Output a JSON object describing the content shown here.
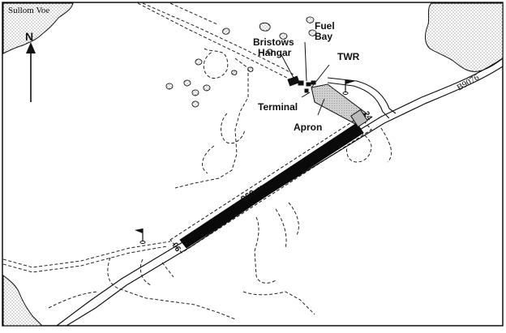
{
  "map": {
    "place_label": "Sullom Voe",
    "north_label": "N",
    "road_label": "B9076",
    "runway_length": "960 m",
    "runway_end_ne": "24",
    "runway_end_sw": "06",
    "labels": {
      "bristows_line1": "Bristows",
      "bristows_line2": "Hangar",
      "fuel_line1": "Fuel",
      "fuel_line2": "Bay",
      "twr": "TWR",
      "terminal": "Terminal",
      "apron": "Apron"
    }
  }
}
